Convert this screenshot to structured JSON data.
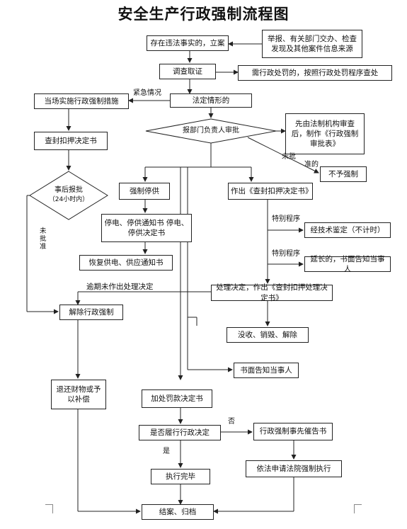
{
  "title": "安全生产行政强制流程图",
  "nodes": {
    "n1": "存在违法事实的，立案",
    "n2": "举报、有关部门交办、检查发现及其他案件信息来源",
    "n3": "调查取证",
    "n4": "需行政处罚的，按照行政处罚程序查处",
    "n5": "当场实施行政强制措施",
    "n6": "法定情形的",
    "n7": "报部门负责人审批",
    "n8": "先由法制机构审查后，制作《行政强制审批表》",
    "n9": "查封扣押决定书",
    "n10": "不予强制",
    "n11_line1": "事后报批",
    "n11_line2": "（24小时内）",
    "n12": "强制停供",
    "n13": "作出《查封扣押决定书》",
    "n14": "停电、停供通知书 停电、停供决定书",
    "n15": "经技术鉴定（不计时）",
    "n16": "恢复供电、供应通知书",
    "n17": "延长的，书面告知当事人",
    "n18": "处理决定，作出《查封扣押处理决定书》",
    "n19": "解除行政强制",
    "n20": "没收、销毁、解除",
    "n21": "书面告知当事人",
    "n22": "退还财物或予以补偿",
    "n23": "加处罚款决定书",
    "n24": "是否履行行政决定",
    "n25": "行政强制事先催告书",
    "n26": "执行完毕",
    "n27": "依法申请法院强制执行",
    "n28": "结案、归档"
  },
  "labels": {
    "urgent": "紧急情况",
    "notapproved1": "未批",
    "approved": "准的",
    "notapproved2": "未批准",
    "special1": "特别程序",
    "special2": "特别程序",
    "overdue": "逾期未作出处理决定",
    "no": "否",
    "yes": "是"
  }
}
